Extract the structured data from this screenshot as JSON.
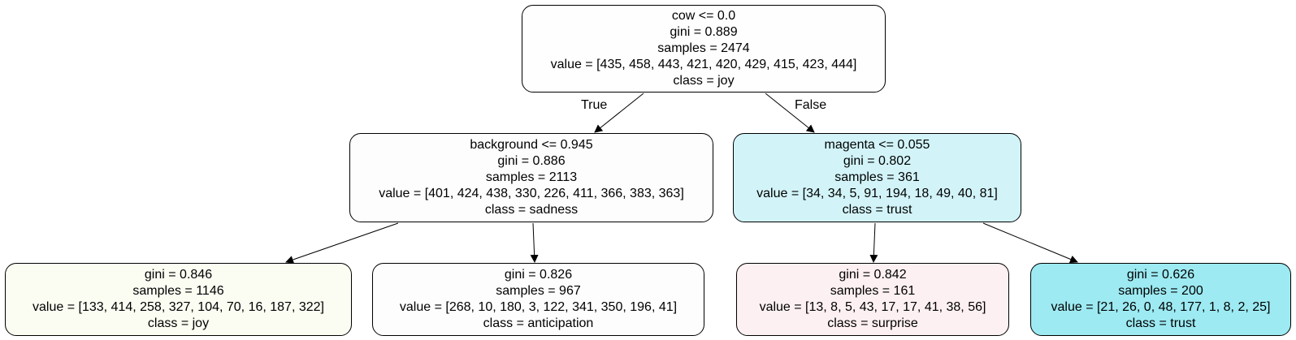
{
  "tree": {
    "nodes": [
      {
        "id": "root",
        "lines": [
          "cow <= 0.0",
          "gini = 0.889",
          "samples = 2474",
          "value = [435, 458, 443, 421, 420, 429, 415, 423, 444]",
          "class = joy"
        ],
        "fill": "#fefefe"
      },
      {
        "id": "n1",
        "lines": [
          "background <= 0.945",
          "gini = 0.886",
          "samples = 2113",
          "value = [401, 424, 438, 330, 226, 411, 366, 383, 363]",
          "class = sadness"
        ],
        "fill": "#fdfdfd"
      },
      {
        "id": "n2",
        "lines": [
          "magenta <= 0.055",
          "gini = 0.802",
          "samples = 361",
          "value = [34, 34, 5, 91, 194, 18, 49, 40, 81]",
          "class = trust"
        ],
        "fill": "#d2f4f9"
      },
      {
        "id": "n3",
        "lines": [
          "gini = 0.846",
          "samples = 1146",
          "value = [133, 414, 258, 327, 104, 70, 16, 187, 322]",
          "class = joy"
        ],
        "fill": "#fbfcf2"
      },
      {
        "id": "n4",
        "lines": [
          "gini = 0.826",
          "samples = 967",
          "value = [268, 10, 180, 3, 122, 341, 350, 196, 41]",
          "class = anticipation"
        ],
        "fill": "#fdfdfd"
      },
      {
        "id": "n5",
        "lines": [
          "gini = 0.842",
          "samples = 161",
          "value = [13, 8, 5, 43, 17, 17, 41, 38, 56]",
          "class = surprise"
        ],
        "fill": "#fdf0f2"
      },
      {
        "id": "n6",
        "lines": [
          "gini = 0.626",
          "samples = 200",
          "value = [21, 26, 0, 48, 177, 1, 8, 2, 25]",
          "class = trust"
        ],
        "fill": "#9deaf2"
      }
    ],
    "edges": [
      {
        "from": "root",
        "to": "n1",
        "label": "True"
      },
      {
        "from": "root",
        "to": "n2",
        "label": "False"
      },
      {
        "from": "n1",
        "to": "n3",
        "label": ""
      },
      {
        "from": "n1",
        "to": "n4",
        "label": ""
      },
      {
        "from": "n2",
        "to": "n5",
        "label": ""
      },
      {
        "from": "n2",
        "to": "n6",
        "label": ""
      }
    ]
  }
}
